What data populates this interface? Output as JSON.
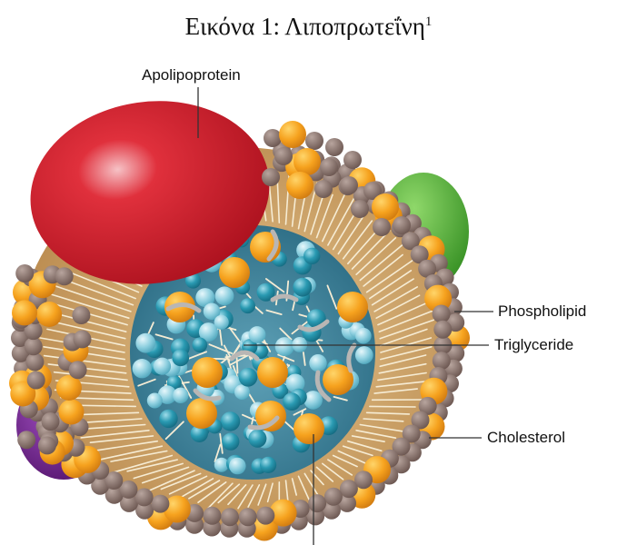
{
  "figure": {
    "title": "Εικόνα 1: Λιποπρωτεΐνη",
    "footnote_mark": "1"
  },
  "labels": {
    "apolipoprotein": "Apolipoprotein",
    "phospholipid": "Phospholipid",
    "triglyceride": "Triglyceride",
    "cholesterol": "Cholesterol"
  },
  "colors": {
    "apolipoprotein_red": "#d0202c",
    "apolipoprotein_green": "#4aa82e",
    "apolipoprotein_purple": "#6a1c84",
    "shell_tan": "#d2a86c",
    "phospholipid_head": "#8a756e",
    "cholesterol_orange": "#f5a020",
    "triglyceride_teal": "#1e8fa6",
    "core_blue": "#3b7f98",
    "fatty_tail": "#f4ead2"
  }
}
